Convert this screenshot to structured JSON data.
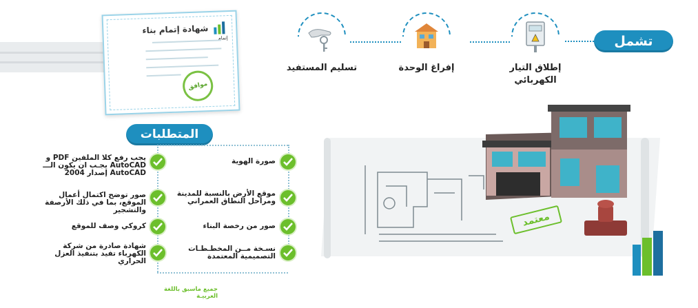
{
  "includes": {
    "title": "تشمل",
    "steps": [
      {
        "label": "إطلاق التيار الكهربائي",
        "icon": "electric-meter-icon"
      },
      {
        "label": "إفراغ الوحدة",
        "icon": "house-icon"
      },
      {
        "label": "تسليم المستفيد",
        "icon": "key-hand-icon"
      }
    ]
  },
  "certificate": {
    "title": "شهادة إتمام بناء",
    "logo_text": "إتمام",
    "stamp_text": "موافق"
  },
  "requirements": {
    "title": "المتطلبات",
    "right_column": [
      "صورة الهوية",
      "موقع الأرض بالنسبة للمدينة ومراحل النطاق العمراني",
      "صور من رخصة البناء",
      "نسـخة مــن المخطـطـات التصميمية المعتمدة"
    ],
    "left_column": [
      "يجب رفع كلا الملفين PDF و AutoCAD يجـب ان يكون الـــ AutoCAD إصدار 2004",
      "صور توضح اكتمال أعمال الموقع، بما في ذلك الأرصفة والتشجير",
      "كروكي وصف للموقع",
      "شهادة صادرة من شركة الكهرباء تفيد بتنفيذ العزل الحراري"
    ],
    "footnote": "جميع ماسبق باللغة العربيـة"
  },
  "scene": {
    "approved_stamp": "معتمد"
  },
  "colors": {
    "primary_blue": "#1e8fbf",
    "check_green": "#6cbf2c",
    "dotted_line": "#8fc0d4"
  }
}
